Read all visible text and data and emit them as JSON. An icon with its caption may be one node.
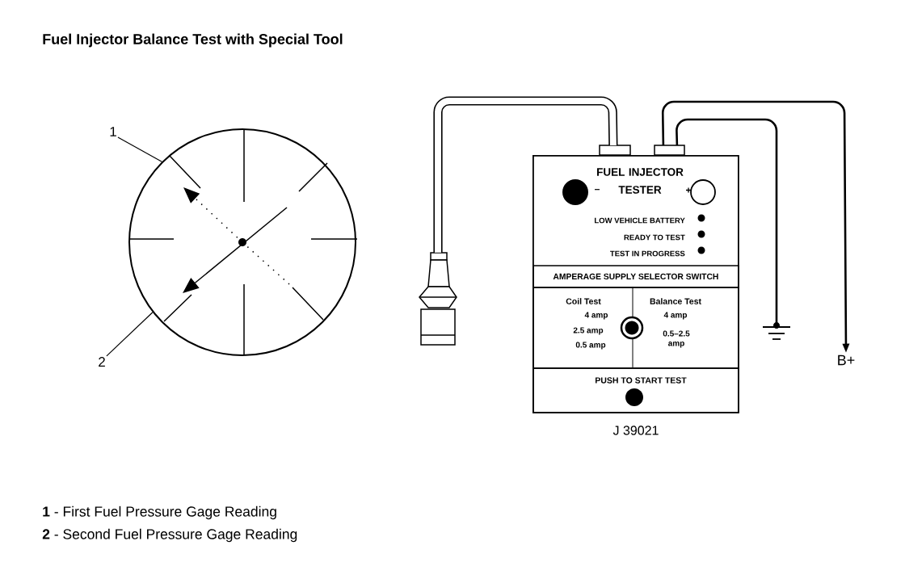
{
  "diagram": {
    "title": "Fuel Injector Balance Test with Special Tool",
    "nodes": [
      {
        "text": [
          "1"
        ]
      },
      {
        "text": [
          "2"
        ]
      },
      {
        "text": [],
        "shape": "circle"
      },
      {
        "text": [
          "FUEL INJECTOR TESTER"
        ],
        "beside": [
          "J 39021"
        ]
      },
      {
        "text": [
          "AMPERAGE SUPPLY SELECTOR SWITCH"
        ],
        "in": 3
      },
      {
        "text": [
          "Coil Test",
          "4 amp",
          "2.5 amp",
          "0.5 amp",
          "Balance Test",
          "4 amp",
          "0.5–2.5 amp"
        ],
        "in": 3
      },
      {
        "text": [
          "PUSH TO START TEST"
        ],
        "in": 3
      },
      {
        "text": [],
        "shape": "plug"
      },
      {
        "text": [],
        "shape": "ground"
      },
      {
        "text": [
          "B+"
        ]
      }
    ],
    "edges": [
      {
        "from": 0,
        "to": 2,
        "arrow": "none"
      },
      {
        "from": 1,
        "to": 2,
        "arrow": "none"
      },
      {
        "from": 3,
        "to": 7,
        "arrow": "none",
        "style": "thick"
      },
      {
        "from": 3,
        "to": 8,
        "arrow": "none"
      },
      {
        "from": 3,
        "to": 9,
        "arrow": "to"
      }
    ],
    "labels": [
      "–",
      "+",
      "LOW VEHICLE BATTERY",
      "READY TO TEST",
      "TEST IN PROGRESS",
      "**1** - First Fuel Pressure Gage Reading",
      "**2** - Second Fuel Pressure Gage Reading"
    ]
  }
}
